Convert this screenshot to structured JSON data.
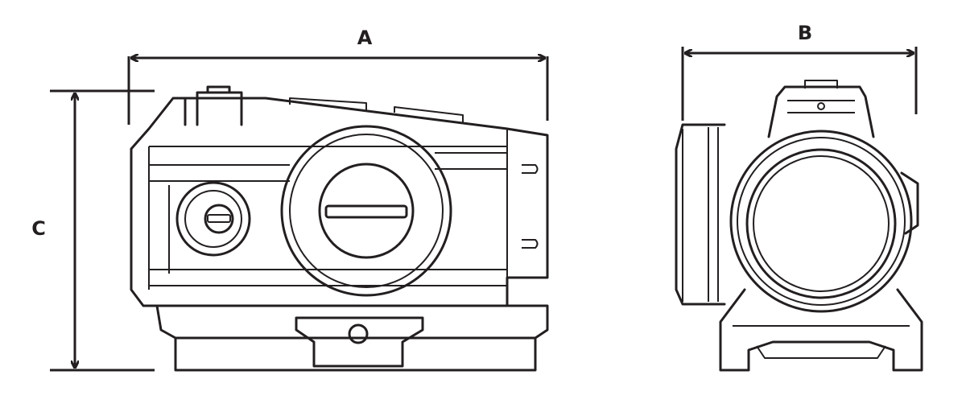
{
  "diagram": {
    "dimensions": {
      "length_label": "A",
      "width_label": "B",
      "height_label": "C"
    },
    "views": [
      "side",
      "front"
    ],
    "line_color": "#231f20"
  }
}
